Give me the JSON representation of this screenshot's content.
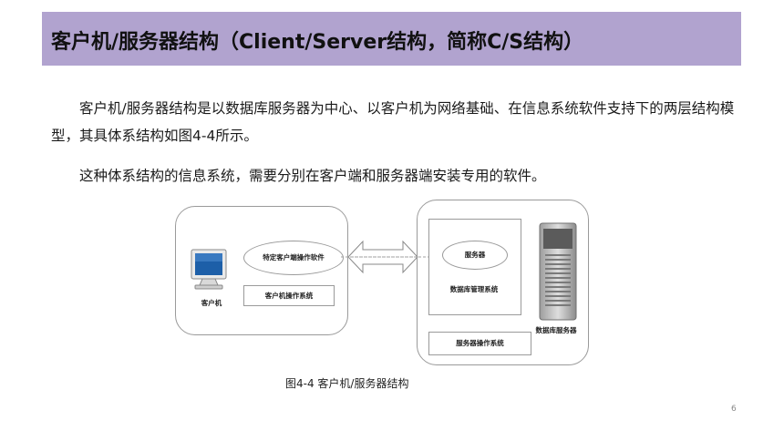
{
  "slide": {
    "title": "客户机/服务器结构（Client/Server结构，简称C/S结构）",
    "paragraph1": "客户机/服务器结构是以数据库服务器为中心、以客户机为网络基础、在信息系统软件支持下的两层结构模型，其具体系结构如图4-4所示。",
    "paragraph2": "这种体系结构的信息系统，需要分别在客户端和服务器端安装专用的软件。",
    "page_number": "6"
  },
  "diagram": {
    "client_software": "特定客户端操作软件",
    "client_label": "客户机",
    "client_os": "客户机操作系统",
    "server_ellipse": "服务器",
    "db_management": "数据库管理系统",
    "db_server": "数据库服务器",
    "server_os": "服务器操作系统",
    "caption": "图4-4  客户机/服务器结构"
  },
  "colors": {
    "title_bar": "#b1a3cf",
    "border": "#9a9a9a"
  }
}
